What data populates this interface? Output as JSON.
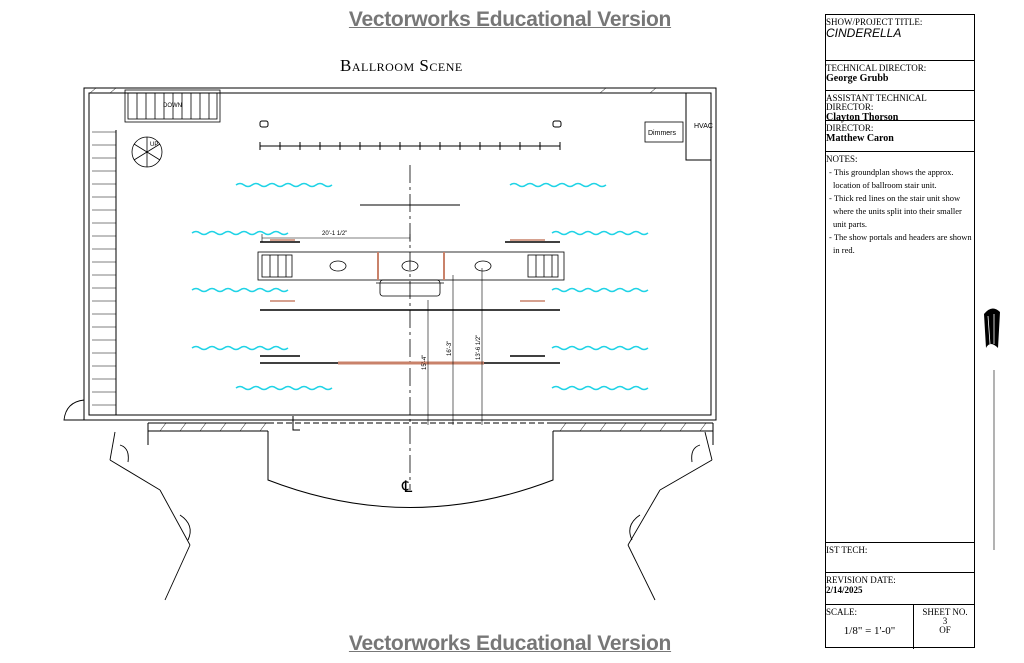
{
  "watermark": "Vectorworks Educational Version",
  "scene_title": "Ballroom Scene",
  "plan_labels": {
    "stairs": "DOWN",
    "spiral_stairs": "UP",
    "dimmers": "Dimmers",
    "hvac": "HVAC",
    "dim_width": "20'-1 1/2\"",
    "dim_depth_a": "15'-4\"",
    "dim_depth_b": "16'-3\"",
    "dim_depth_c": "13'-6 1/2\"",
    "centerline": "℄"
  },
  "title_block": {
    "project_label": "Show/Project Title:",
    "project": "CINDERELLA",
    "td_label": "Technical Director:",
    "td": "George Grubb",
    "atd_label": "Assistant Technical Director:",
    "atd": "Clayton Thorson",
    "director_label": "Director:",
    "director": "Matthew Caron",
    "notes_label": "Notes:",
    "notes": [
      "This groundplan shows the approx. location of ballroom stair unit.",
      "Thick red lines on the stair unit show where the units split into their smaller unit parts.",
      "The show portals and headers are shown in red."
    ],
    "ist_label": "IST Tech:",
    "revision_label": "Revision Date:",
    "revision": "2/14/2025",
    "scale_label": "Scale:",
    "scale": "1/8\" = 1'-0\"",
    "sheet_label": "Sheet No.",
    "sheet_number": "3",
    "sheet_of": "OF"
  },
  "colors": {
    "water": "#1fd3e6",
    "portal_red": "#c9826a",
    "line": "#000000"
  }
}
